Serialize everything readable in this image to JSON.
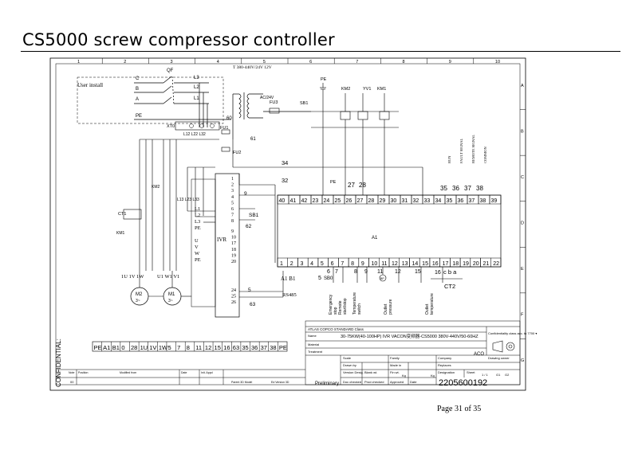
{
  "page": {
    "title": "CS5000 screw compressor controller",
    "page_number": "Page 31 of 35"
  },
  "frame": {
    "columns": [
      "1",
      "2",
      "3",
      "4",
      "5",
      "6",
      "7",
      "8",
      "9",
      "10"
    ],
    "rows": [
      "A",
      "B",
      "C",
      "D",
      "E",
      "F",
      "G"
    ]
  },
  "schematic": {
    "user_install": "User install",
    "phases": [
      "C",
      "B",
      "A"
    ],
    "pe": "PE",
    "qf": "QF",
    "l_terms": [
      "L3",
      "L2",
      "L1"
    ],
    "transformer": "T  380-440V/24V 12V",
    "v_ac": "AC/24V",
    "fu3": "FU3",
    "sb1_top": "SB1",
    "fu1": "FU1",
    "fu2": "FU2",
    "num_60": "60",
    "num_61": "61",
    "xt0": "XT0",
    "l_bus": "L12 L22 L32",
    "pe_top": "PE",
    "km2": "KM2",
    "yv1": "YV1",
    "km1": "KM1",
    "wire_34": "34",
    "wire_32": "32",
    "km2_left": "KM2",
    "l_mid": "L13  L23  L33",
    "ct1": "CT1",
    "km1_left": "KM1",
    "ivr_left": [
      "L1",
      "L2",
      "L3",
      "PE"
    ],
    "ivr_uvw": [
      "U",
      "V",
      "W",
      "PE"
    ],
    "ivr_label": "IVR",
    "ivr_right_nums": [
      "1",
      "2",
      "3",
      "4",
      "5",
      "6",
      "7",
      "8",
      "9",
      "10",
      "17",
      "18",
      "19",
      "20",
      "24",
      "25",
      "26"
    ],
    "sb1_mid": "SB1",
    "num_9": "9",
    "num_62": "62",
    "num_5": "5",
    "num_63": "63",
    "motor_left_top": "1U 1V  1W",
    "motor_right_top": "U1  W1  V1",
    "m2": "M2",
    "m1": "M1",
    "three_phase": "3~",
    "a1_top": [
      "40",
      "41",
      "42",
      "23",
      "24",
      "25",
      "26",
      "27",
      "28",
      "29",
      "30",
      "31",
      "32",
      "33",
      "34",
      "35",
      "36",
      "37",
      "38",
      "39"
    ],
    "a1_bottom": [
      "1",
      "2",
      "3",
      "4",
      "5",
      "6",
      "7",
      "8",
      "9",
      "10",
      "11",
      "12",
      "13",
      "14",
      "15",
      "16",
      "17",
      "18",
      "19",
      "20",
      "21",
      "22"
    ],
    "a1": "A1",
    "pe_a1": "PE",
    "pe_27": "27",
    "pe_28": "28",
    "outputs": [
      "35",
      "36",
      "37",
      "38"
    ],
    "output_labels": [
      "RUN",
      "FAULT SIGNAL",
      "REMOTE SIGNAL",
      "COMMON"
    ],
    "a1_b1": "A1  B1",
    "rs485": "RS485",
    "sb_6": "6",
    "sb_5": "5",
    "sb_small": "SB0",
    "s7": "7",
    "s8": "8",
    "s9": "9",
    "s11": "11",
    "s12": "12",
    "s15": "15",
    "s16": "16",
    "ct2_letters": "c  b  a",
    "ct2": "CT2",
    "bp": "BP",
    "sensor_labels": [
      "Emergency stop",
      "Remote start/stop",
      "Temperature switch",
      "Outlet pressure",
      "Outlet temperature"
    ]
  },
  "terminal_strip": [
    "PE",
    "A1",
    "B1",
    "0",
    "28",
    "1U",
    "1V",
    "1W",
    "5",
    "7",
    "8",
    "11",
    "12",
    "15",
    "16",
    "63",
    "35",
    "36",
    "37",
    "38",
    "PE"
  ],
  "confidential": "CONFIDENTIAL:",
  "title_block": {
    "std_class": "ATLAS COPCO STANDARD Class",
    "name_label": "Name",
    "name_value": "30-75KW(40-100HP) IVR VACON变频器-CS5000  380V-440V/50-60HZ",
    "material": "Material",
    "treatment": "Treatment",
    "conf_class": "Confidentiality class acc. to 7700 ▾",
    "aco": "ACO",
    "scale": "Scale",
    "family": "Family",
    "company": "Company",
    "drawing_owner": "Drawing owner",
    "drawn_by": "Drawn by",
    "made_in": "Made in",
    "replaces": "Replaces",
    "version_desig": "Version Desig.",
    "blank_wt": "Blank wt.",
    "fin_wt": "Fin wt.",
    "designation": "Designation",
    "sheet": "Sheet",
    "sheet_nos": "1 / 1",
    "sheet_g1": "G1",
    "sheet_g2": "G2",
    "kg1": "Kg",
    "kg2": "Kg",
    "preliminary": "Preliminary",
    "doc_checked": "Doc checked",
    "prod_checked": "Prod checked",
    "approved": "Approved",
    "date": "Date",
    "doc_number": "2205600192",
    "note": "Note",
    "position": "Position",
    "modified_from": "Modified from",
    "date_col": "Date",
    "init_appd": "Init. Appd",
    "parent_3d": "Parent 3D Model",
    "ed_version": "Ed Version 3D",
    "rev": "00"
  }
}
